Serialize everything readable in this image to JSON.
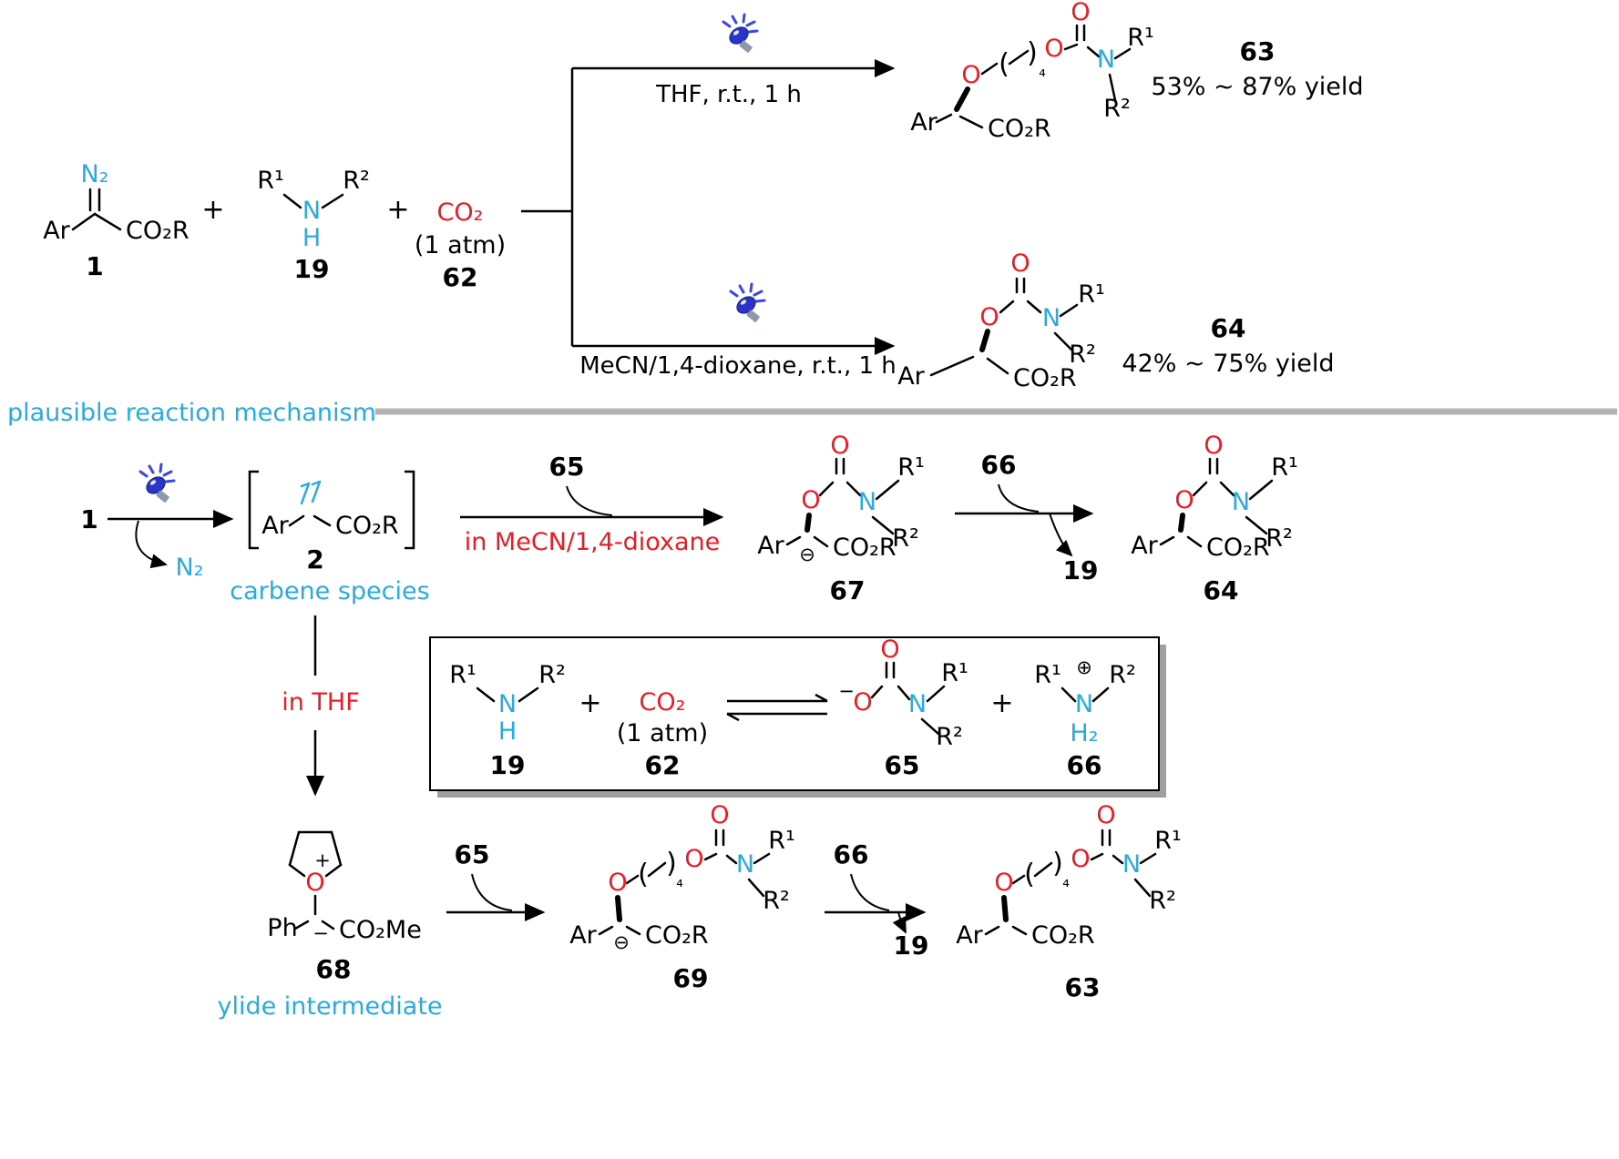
{
  "colors": {
    "blue": "#29abe2",
    "red": "#ec1c24",
    "gray": "#b3b3b3",
    "led_body": "#2a35c8",
    "led_ray": "#3a46e8",
    "led_base": "#8f98a8"
  },
  "atoms": {
    "ar": "Ar",
    "ph": "Ph",
    "o": "O",
    "n": "N",
    "h": "H",
    "h2": "H₂",
    "n2": "N₂",
    "r1": "R¹",
    "r2": "R²",
    "co2r": "CO₂R",
    "co2me": "CO₂Me",
    "co2": "CO₂",
    "atm": "(1 atm)",
    "plus": "+",
    "minus": "−",
    "circled_minus": "⊖",
    "circled_plus": "⊕",
    "paren_left": "(",
    "paren_right": ")",
    "sub4": "₄"
  },
  "scheme": {
    "compound1_num": "1",
    "compound19_num": "19",
    "compound62_num": "62",
    "cond_top": "THF, r.t., 1 h",
    "cond_bottom": "MeCN/1,4-dioxane, r.t., 1 h",
    "product63_num": "63",
    "product63_yield": "53% ~ 87% yield",
    "product64_num": "64",
    "product64_yield": "42% ~ 75% yield"
  },
  "mechanism": {
    "section_title": "plausible reaction mechanism",
    "start_num": "1",
    "n2_leaving": "N₂",
    "carbene_num": "2",
    "carbene_caption": "carbene species",
    "reagent65": "65",
    "reagent66": "66",
    "leaving19": "19",
    "solvent_mecn": "in MeCN/1,4-dioxane",
    "solvent_thf": "in THF",
    "compound67_num": "67",
    "compound64_num": "64",
    "box": {
      "amine_num": "19",
      "co2_num": "62",
      "carbamate_num": "65",
      "ammonium_num": "66"
    },
    "ylide_num": "68",
    "ylide_caption": "ylide intermediate",
    "compound69_num": "69",
    "product63_num": "63"
  }
}
